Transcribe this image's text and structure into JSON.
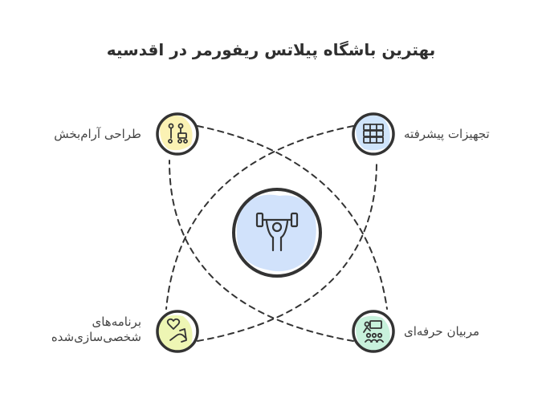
{
  "title": "بهترین باشگاه پیلاتس ریفورمر در اقدسیه",
  "center": {
    "icon": "weightlifter-icon",
    "color": "#cfe0fb"
  },
  "nodes": [
    {
      "id": "relaxing-design",
      "label": "طراحی آرام‌بخش",
      "icon": "stroller-icon",
      "color": "#fbf2b4"
    },
    {
      "id": "advanced-equipment",
      "label": "تجهیزات پیشرفته",
      "icon": "equipment-grid-icon",
      "color": "#cfe4fb"
    },
    {
      "id": "personalized-programs",
      "label_line1": "برنامه‌های",
      "label_line2": "شخصی‌سازی‌شده",
      "icon": "heart-hand-icon",
      "color": "#eef6b4"
    },
    {
      "id": "professional-trainers",
      "label": "مربیان حرفه‌ای",
      "icon": "trainers-group-icon",
      "color": "#c8f1dc"
    }
  ]
}
